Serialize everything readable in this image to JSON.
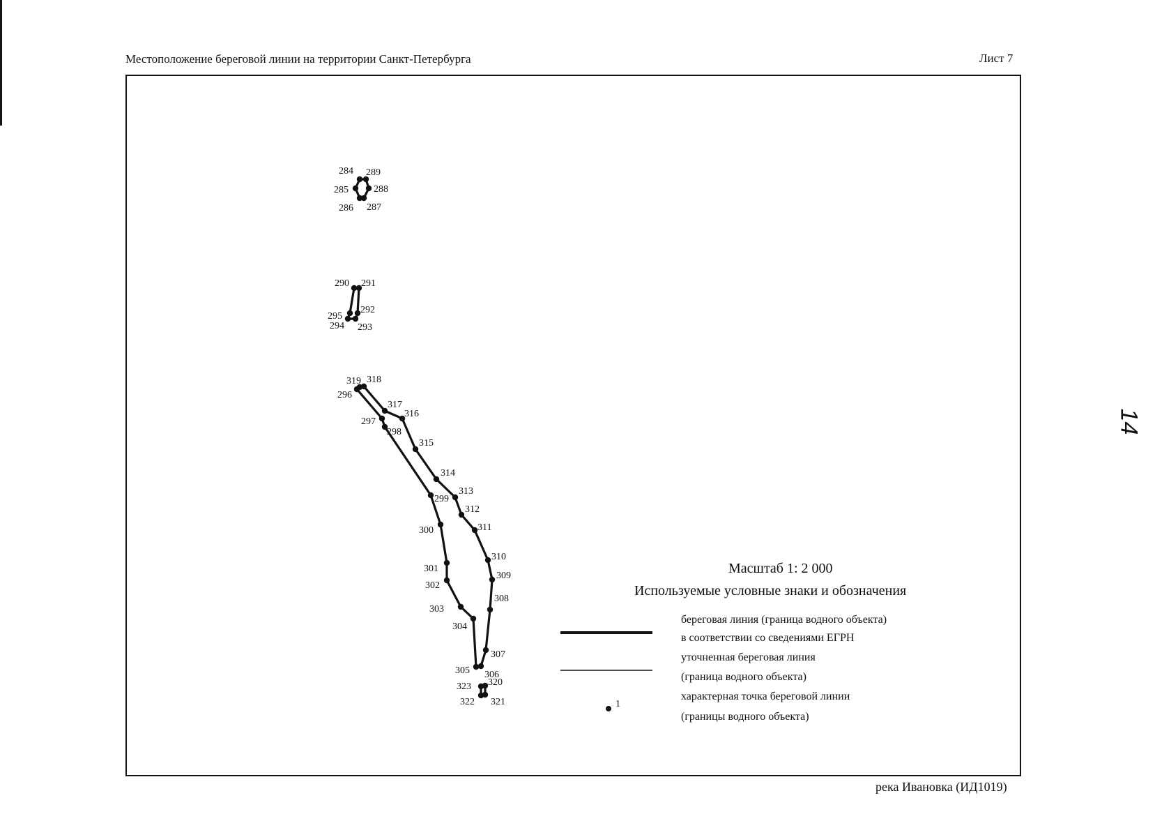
{
  "header": {
    "title": "Местоположение береговой линии на территории Санкт-Петербурга",
    "sheet": "Лист 7"
  },
  "scale": "Масштаб 1: 2 000",
  "legend": {
    "title": "Используемые условные знаки и обозначения",
    "items": [
      {
        "symbol": "thick-line",
        "line1": "береговая линия (граница водного объекта)",
        "line2": "в соответствии со сведениями ЕГРН"
      },
      {
        "symbol": "thin-line",
        "line1": "уточненная  береговая линия",
        "line2": "(граница водного объекта)"
      },
      {
        "symbol": "point",
        "marker_label": "1",
        "line1": "характерная точка береговой линии",
        "line2": "(границы водного объекта)"
      }
    ]
  },
  "page_number": "14",
  "footer": {
    "river": "река Ивановка (ИД1019)"
  },
  "map_points": [
    {
      "id": "284"
    },
    {
      "id": "289"
    },
    {
      "id": "285"
    },
    {
      "id": "288"
    },
    {
      "id": "286"
    },
    {
      "id": "287"
    },
    {
      "id": "290"
    },
    {
      "id": "291"
    },
    {
      "id": "292"
    },
    {
      "id": "295"
    },
    {
      "id": "294"
    },
    {
      "id": "293"
    },
    {
      "id": "319"
    },
    {
      "id": "318"
    },
    {
      "id": "296"
    },
    {
      "id": "317"
    },
    {
      "id": "316"
    },
    {
      "id": "297"
    },
    {
      "id": "298"
    },
    {
      "id": "315"
    },
    {
      "id": "314"
    },
    {
      "id": "313"
    },
    {
      "id": "299"
    },
    {
      "id": "312"
    },
    {
      "id": "311"
    },
    {
      "id": "300"
    },
    {
      "id": "310"
    },
    {
      "id": "309"
    },
    {
      "id": "301"
    },
    {
      "id": "302"
    },
    {
      "id": "308"
    },
    {
      "id": "303"
    },
    {
      "id": "304"
    },
    {
      "id": "307"
    },
    {
      "id": "305"
    },
    {
      "id": "306"
    },
    {
      "id": "323"
    },
    {
      "id": "320"
    },
    {
      "id": "322"
    },
    {
      "id": "321"
    }
  ],
  "colors": {
    "ink": "#111111",
    "paper": "#ffffff"
  }
}
